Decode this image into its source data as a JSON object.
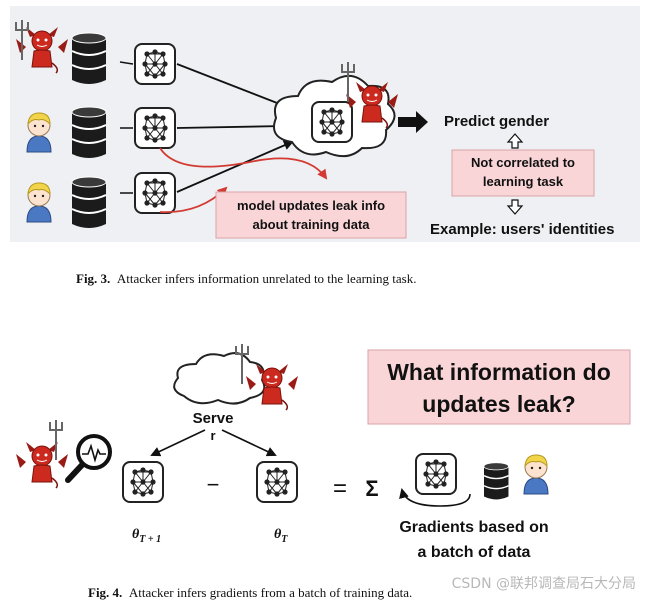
{
  "figure3": {
    "caption_label": "Fig. 3.",
    "caption_text": "Attacker infers information unrelated to the learning task.",
    "predict_label": "Predict gender",
    "not_correlated_line1": "Not correlated to",
    "not_correlated_line2": "learning task",
    "leak_line1": "model updates leak info",
    "leak_line2": "about training data",
    "example_label": "Example: users' identities"
  },
  "figure4": {
    "question_line1": "What information do",
    "question_line2": "updates leak?",
    "serve_label": "Serve",
    "serve_sub": "r",
    "minus_sign": "−",
    "equals_sign": "=",
    "sigma_sign": "Σ",
    "theta_next": "θ",
    "theta_next_sub": "T + 1",
    "theta_current": "θ",
    "theta_current_sub": "T",
    "gradients_line1": "Gradients based on",
    "gradients_line2": "a batch of data",
    "caption_label": "Fig. 4.",
    "caption_text": "Attacker infers gradients from a batch of training data."
  },
  "watermark": "CSDN @联邦调查局石大分局",
  "colors": {
    "panel_bg": "#eef0f3",
    "pink_box": "#f9d5d8",
    "pink_border": "#d9a2a7",
    "devil_red": "#cc2a1f",
    "arrow_red": "#d33b32",
    "user_hair": "#f2d44b",
    "user_shirt": "#4a78c2"
  },
  "icons": [
    "devil-icon",
    "database-icon",
    "neural-network-icon",
    "cloud-icon",
    "user-icon",
    "magnifier-icon"
  ]
}
